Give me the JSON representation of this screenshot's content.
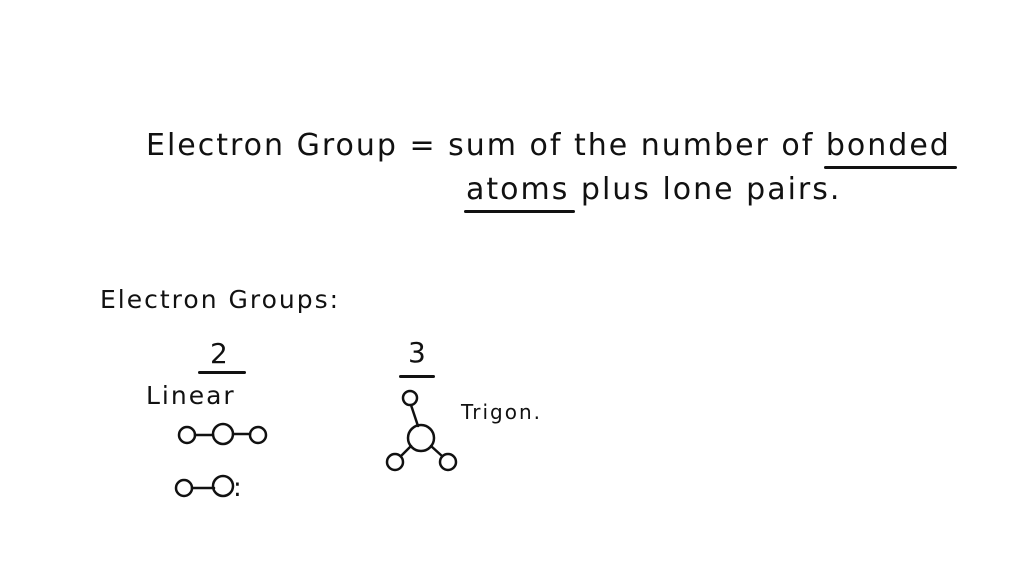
{
  "definition": {
    "lhs": "Electron Group",
    "equals": "=",
    "rhs_start": "sum of the number of",
    "underline_word_1": "bonded",
    "underline_word_2": "atoms",
    "rhs_end": "plus lone pairs."
  },
  "groups": {
    "heading": "Electron Groups:",
    "two": {
      "number": "2",
      "label": "Linear",
      "example_2_lone_pair_dots": ":"
    },
    "three": {
      "number": "3",
      "label": "Trigon."
    }
  }
}
